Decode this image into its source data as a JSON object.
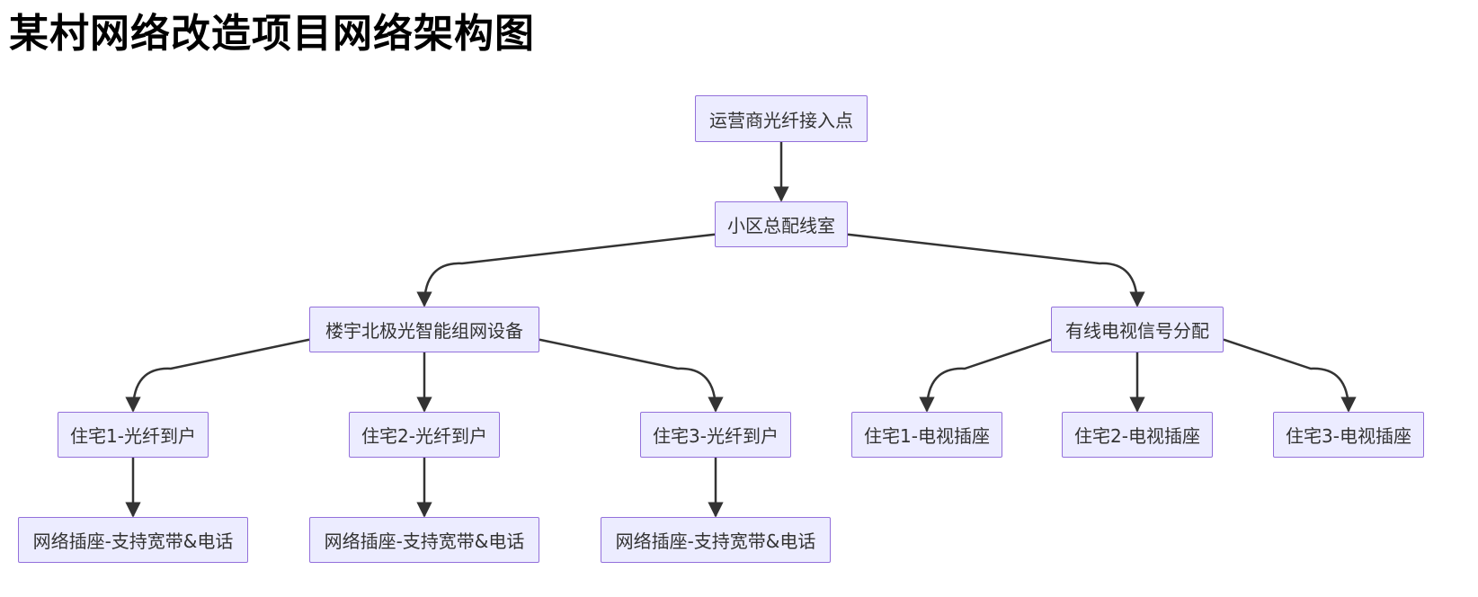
{
  "title": "某村网络改造项目网络架构图",
  "nodes": {
    "isp": "运营商光纤接入点",
    "main": "小区总配线室",
    "aurora": "楼宇北极光智能组网设备",
    "catv": "有线电视信号分配",
    "h1f": "住宅1-光纤到户",
    "h2f": "住宅2-光纤到户",
    "h3f": "住宅3-光纤到户",
    "h1tv": "住宅1-电视插座",
    "h2tv": "住宅2-电视插座",
    "h3tv": "住宅3-电视插座",
    "s1": "网络插座-支持宽带&电话",
    "s2": "网络插座-支持宽带&电话",
    "s3": "网络插座-支持宽带&电话"
  },
  "edges": [
    [
      "isp",
      "main"
    ],
    [
      "main",
      "aurora"
    ],
    [
      "main",
      "catv"
    ],
    [
      "aurora",
      "h1f"
    ],
    [
      "aurora",
      "h2f"
    ],
    [
      "aurora",
      "h3f"
    ],
    [
      "catv",
      "h1tv"
    ],
    [
      "catv",
      "h2tv"
    ],
    [
      "catv",
      "h3tv"
    ],
    [
      "h1f",
      "s1"
    ],
    [
      "h2f",
      "s2"
    ],
    [
      "h3f",
      "s3"
    ]
  ],
  "colors": {
    "node_fill": "#ECECFF",
    "node_border": "#9370DB",
    "edge": "#333333"
  }
}
